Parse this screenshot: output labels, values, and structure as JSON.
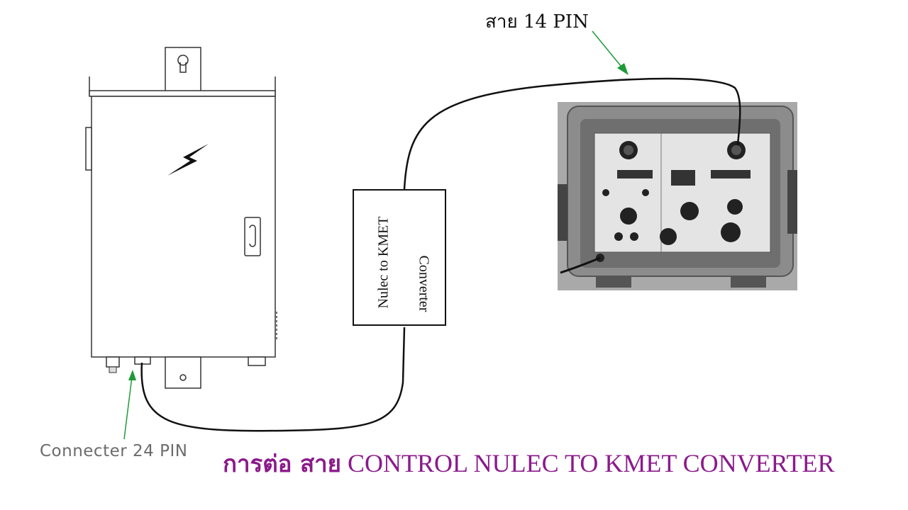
{
  "labels": {
    "cable_14pin": "สาย 14 PIN",
    "connector_24pin": "Connecter 24 PIN",
    "converter_line1": "Nulec to KMET",
    "converter_line2": "Converter"
  },
  "title": {
    "thai_part": "การต่อ สาย",
    "english_part": " CONTROL NULEC TO KMET CONVERTER"
  },
  "colors": {
    "title": "#8b1a8b",
    "arrow": "#1f9a3a",
    "cable": "#111111"
  }
}
